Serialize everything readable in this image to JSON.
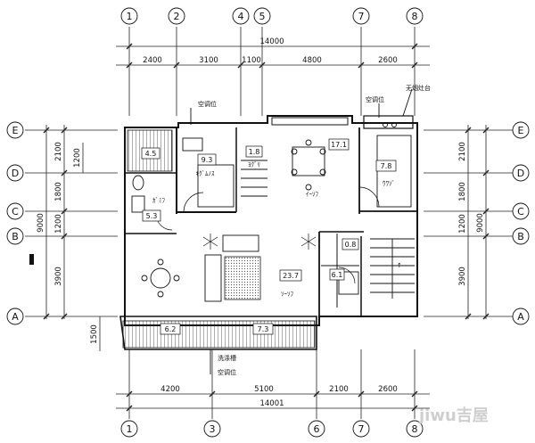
{
  "axes": {
    "top": [
      "1",
      "2",
      "4",
      "5",
      "7",
      "8"
    ],
    "bottom": [
      "1",
      "3",
      "6",
      "7",
      "8"
    ],
    "left": [
      "E",
      "D",
      "C",
      "B",
      "A"
    ],
    "right": [
      "E",
      "D",
      "C",
      "B",
      "A"
    ]
  },
  "dimensions": {
    "top_total": "14000",
    "top": [
      "2400",
      "3100",
      "1100",
      "4800",
      "2600"
    ],
    "bottom_total": "14001",
    "bottom": [
      "4200",
      "5100",
      "2100",
      "2600"
    ],
    "left_total": "9000",
    "left": [
      "2100",
      "1800",
      "1200",
      "3900"
    ],
    "left_inner": "1200",
    "left_balcony": "1500",
    "right_total": "9000",
    "right": [
      "2100",
      "1800",
      "1200",
      "3900"
    ]
  },
  "room_areas": [
    "4.5",
    "9.3",
    "1.8",
    "17.1",
    "7.8",
    "5.3",
    "0.8",
    "6.1",
    "23.7",
    "6.2",
    "7.3"
  ],
  "room_names": [
    "ｶﾞﾐﾌ",
    "ｷｸﾞﾑﾉｽ",
    "ﾖｸﾞﾘ",
    "ｲｰｿﾌ",
    "ｳﾜｿﾞ",
    "ｿｰｿﾌ"
  ],
  "callouts": {
    "ac_top": "空调位",
    "ac_top_right": "空调位",
    "balcony_right": "无烟灶台",
    "wash_tank": "洗涤槽",
    "ac_bottom": "空调位"
  },
  "stair_mark": "↑",
  "watermark": "jiwu吉屋"
}
